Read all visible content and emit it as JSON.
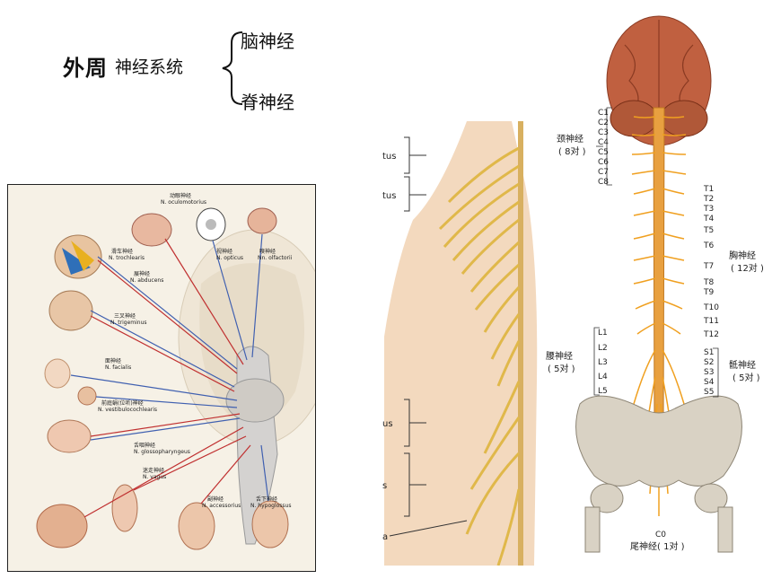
{
  "header": {
    "title_bold": "外周",
    "title_rest": "神经系统",
    "branch_top": "脑神经",
    "branch_bottom": "脊神经"
  },
  "cranial_nerves": [
    {
      "cn": "动眼神经",
      "lat": "N. oculomotorius"
    },
    {
      "cn": "视神经",
      "lat": "N. opticus"
    },
    {
      "cn": "嗅神经",
      "lat": "Nn. olfactorii"
    },
    {
      "cn": "滑车神经",
      "lat": "N. trochlearis"
    },
    {
      "cn": "展神经",
      "lat": "N. abducens"
    },
    {
      "cn": "三叉神经",
      "lat": "N. trigeminus"
    },
    {
      "cn": "面神经",
      "lat": "N. facialis"
    },
    {
      "cn": "前庭蜗(位听)神经",
      "lat": "N. vestibulocochlearis"
    },
    {
      "cn": "舌咽神经",
      "lat": "N. glossopharyngeus"
    },
    {
      "cn": "迷走神经",
      "lat": "N. vagus"
    },
    {
      "cn": "副神经",
      "lat": "N. accessorius"
    },
    {
      "cn": "舌下神经",
      "lat": "N. hypoglossus"
    }
  ],
  "middle_fragments": [
    "tus",
    "tus",
    "us",
    "s",
    "a"
  ],
  "spine": {
    "cervical_group": "颈神经",
    "cervical_count": "( 8对 )",
    "thoracic_group": "胸神经",
    "thoracic_count": "( 12对 )",
    "lumbar_group": "腰神经",
    "lumbar_count": "( 5对 )",
    "sacral_group": "骶神经",
    "sacral_count": "( 5对 )",
    "coccygeal_group": "尾神经( 1对 )",
    "co_label": "C0",
    "cervical_labels": [
      "C1",
      "C2",
      "C3",
      "C4",
      "C5",
      "C6",
      "C7",
      "C8"
    ],
    "thoracic_labels": [
      "T1",
      "T2",
      "T3",
      "T4",
      "T5",
      "T6",
      "T7",
      "T8",
      "T9",
      "T10",
      "T11",
      "T12"
    ],
    "lumbar_labels": [
      "L1",
      "L2",
      "L3",
      "L4",
      "L5"
    ],
    "sacral_labels": [
      "S1",
      "S2",
      "S3",
      "S4",
      "S5"
    ]
  },
  "colors": {
    "nerve": "#f0a020",
    "nerve_light": "#f2c84a",
    "brain": "#c06040",
    "bone": "#d9d2c4"
  }
}
